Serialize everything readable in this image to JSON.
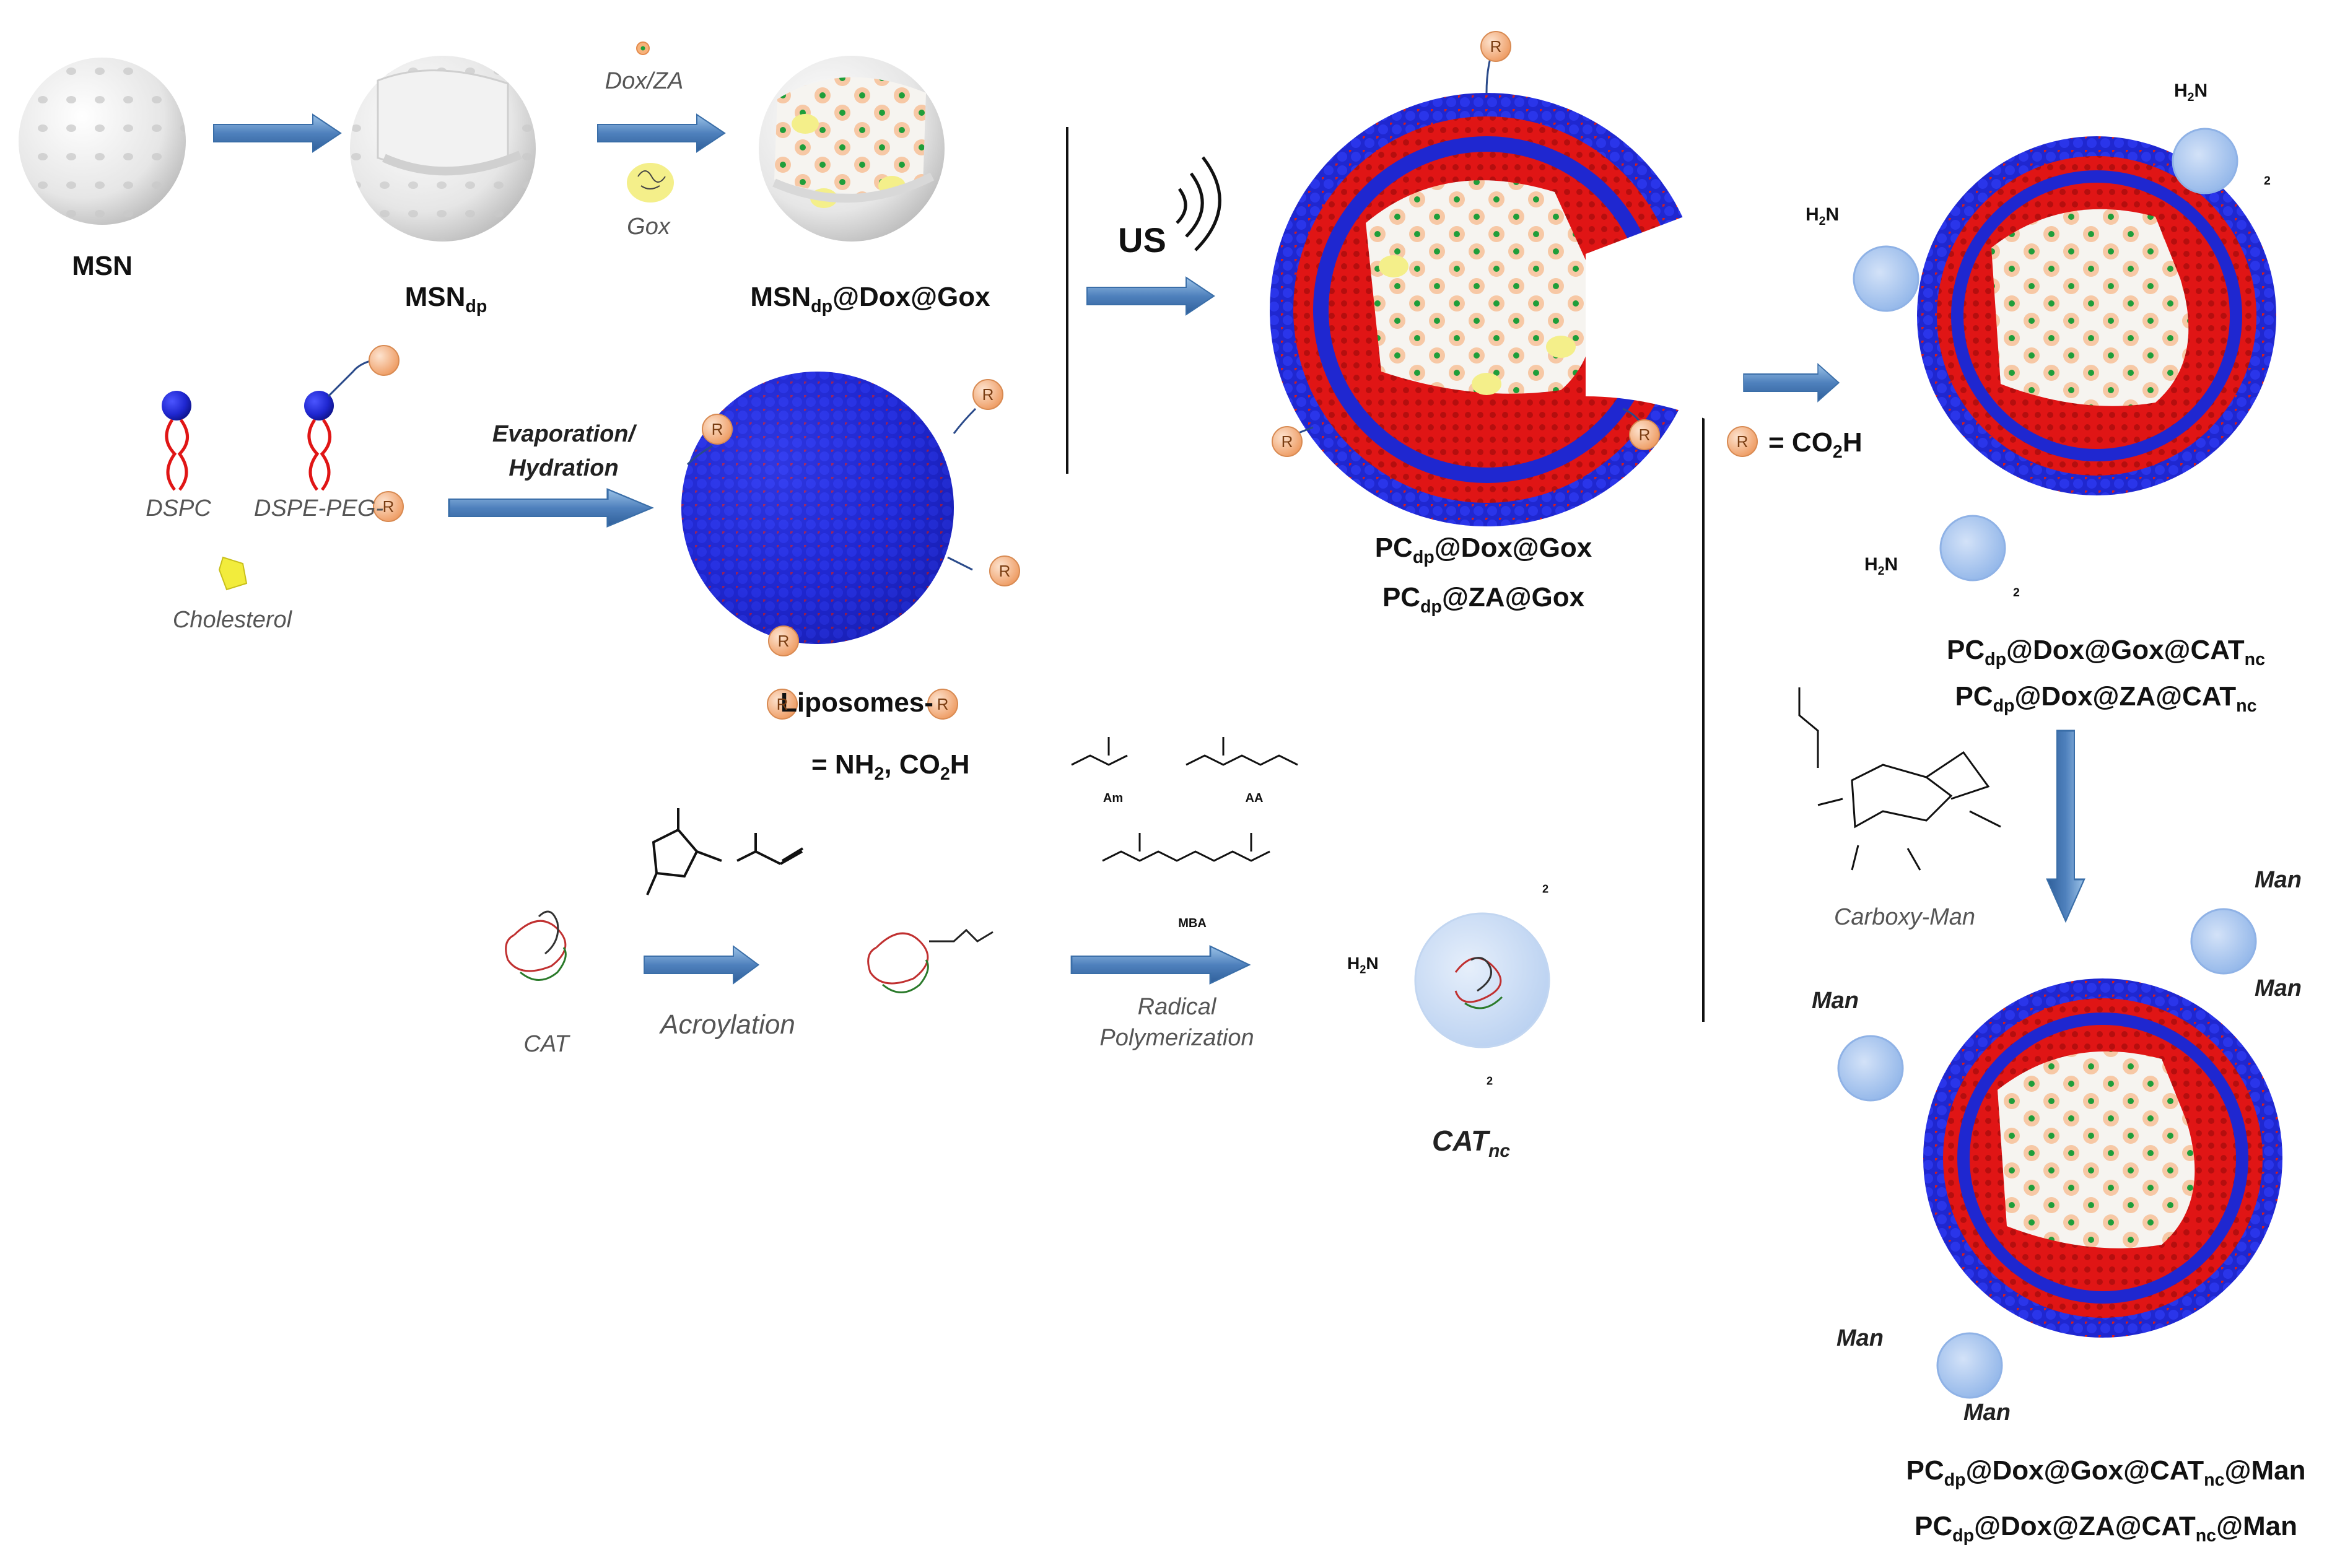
{
  "labels": {
    "msn": "MSN",
    "msn_dp": "MSN",
    "dp": "dp",
    "msn_dp_dox_gox_rest": "@Dox@Gox",
    "dox_za": "Dox/ZA",
    "gox": "Gox",
    "us": "US",
    "dspc": "DSPC",
    "dspe_peg": "DSPE-PEG-",
    "cholesterol": "Cholesterol",
    "evaporation": "Evaporation/",
    "hydration": "Hydration",
    "liposomes": "Liposomes-",
    "r_def_rest": "= NH",
    "r_def_2": "2",
    "r_def_co2h": ", CO",
    "r_def_2b": "2",
    "r_def_h": "H",
    "r_def2": "= CO",
    "r_def2_2": "2",
    "r_def2_h": "H",
    "r_badge": "R",
    "pc": "PC",
    "pc_dox_gox_rest": "@Dox@Gox",
    "pc_za_gox_rest": "@ZA@Gox",
    "pc_dox_gox_cat_rest": "@Dox@Gox@CAT",
    "pc_dox_za_cat_rest": "@Dox@ZA@CAT",
    "nc": "nc",
    "at_man": "@Man",
    "pc_za_cat_man_rest": "@Dox@ZA@CAT",
    "am": "Am",
    "aa": "AA",
    "mba": "MBA",
    "cat": "CAT",
    "acroylation": "Acroylation",
    "radical": "Radical",
    "polymerization": "Polymerization",
    "cat_nc": "CAT",
    "carboxy_man": "Carboxy-Man",
    "man": "Man",
    "h2n": "H",
    "nh2": "NH",
    "two": "2",
    "n_sub": "N"
  },
  "colors": {
    "arrow": "#4f81bd",
    "arrow_light": "#9cc3e8",
    "lipid_blue": "#1f2ad6",
    "lipid_red": "#e01515",
    "badge": "#f6b98a",
    "core_white": "#eeeeee",
    "dox_peach": "#f7c8a5",
    "gox_yellow": "#f4ef8a",
    "green_dot": "#1f9e3a",
    "nanocapsule": "#a9c6ee"
  },
  "icons": [
    "arrow-right-icon",
    "arrow-down-icon",
    "ultrasound-waves-icon",
    "lipid-dspc-icon",
    "lipid-dspe-peg-icon",
    "cholesterol-icon",
    "protein-catalase-icon"
  ]
}
